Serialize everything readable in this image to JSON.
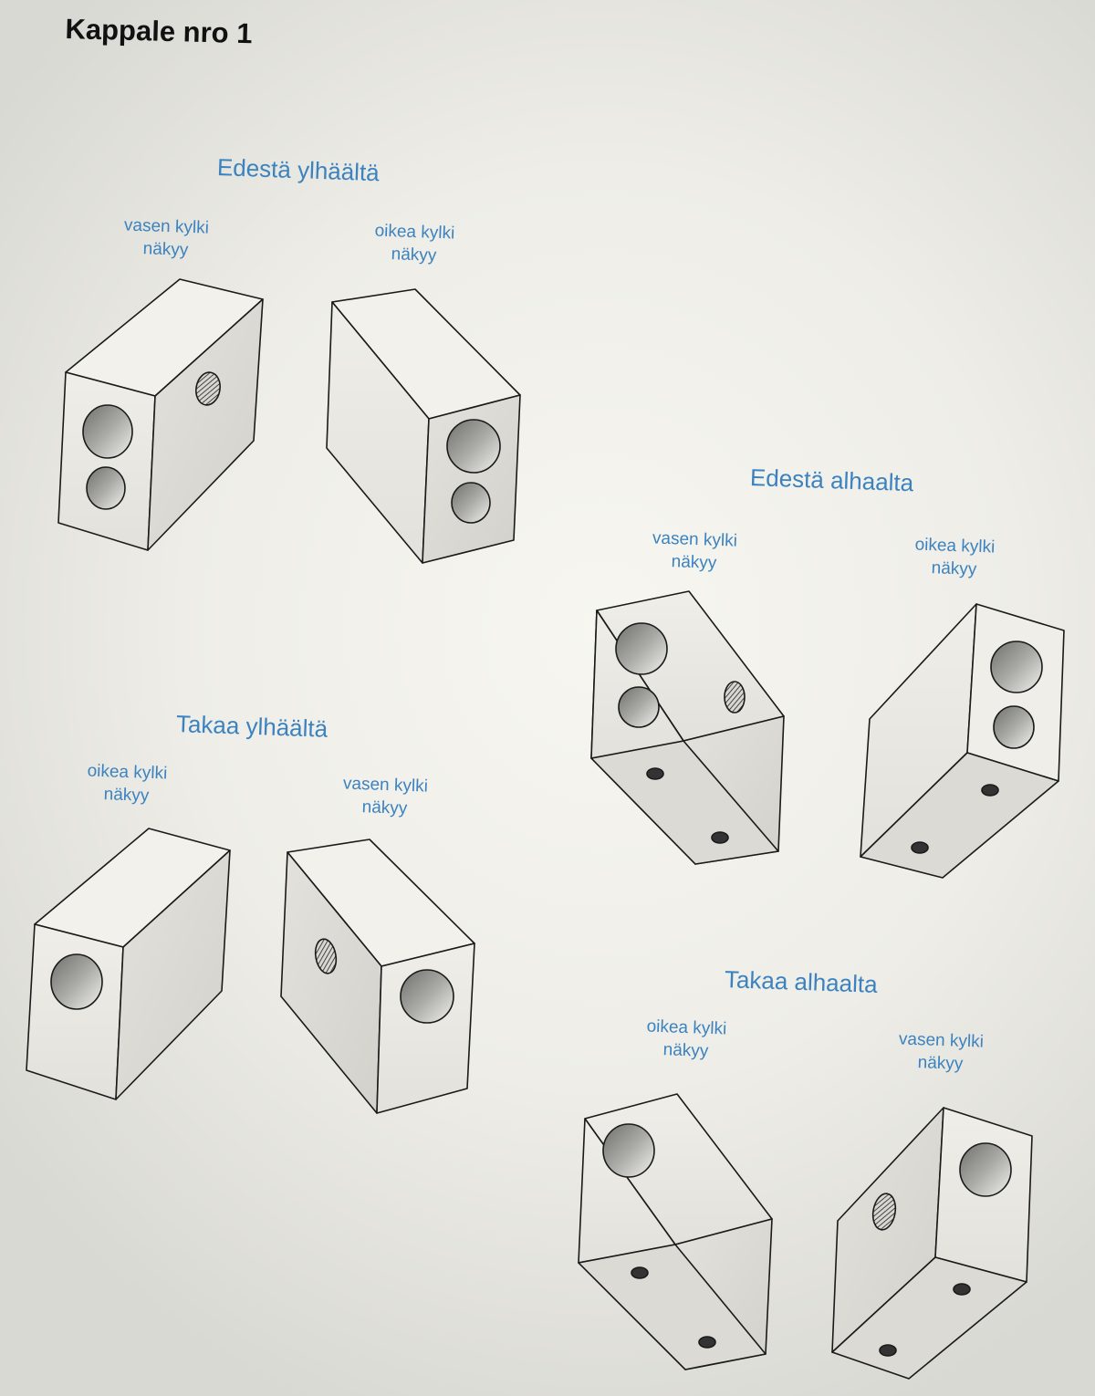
{
  "title": "Kappale nro 1",
  "groups": [
    {
      "heading": "Edestä ylhäältä",
      "left": {
        "line1": "vasen kylki",
        "line2": "näkyy"
      },
      "right": {
        "line1": "oikea kylki",
        "line2": "näkyy"
      }
    },
    {
      "heading": "Edestä alhaalta",
      "left": {
        "line1": "vasen kylki",
        "line2": "näkyy"
      },
      "right": {
        "line1": "oikea kylki",
        "line2": "näkyy"
      }
    },
    {
      "heading": "Takaa ylhäältä",
      "left": {
        "line1": "oikea kylki",
        "line2": "näkyy"
      },
      "right": {
        "line1": "vasen kylki",
        "line2": "näkyy"
      }
    },
    {
      "heading": "Takaa alhaalta",
      "left": {
        "line1": "oikea kylki",
        "line2": "näkyy"
      },
      "right": {
        "line1": "vasen kylki",
        "line2": "näkyy"
      }
    }
  ],
  "colors": {
    "label": "#3b82bf",
    "title": "#111111",
    "face": "#eceae4",
    "face_dark": "#d4d3cd",
    "edge": "#1a1a1a"
  }
}
